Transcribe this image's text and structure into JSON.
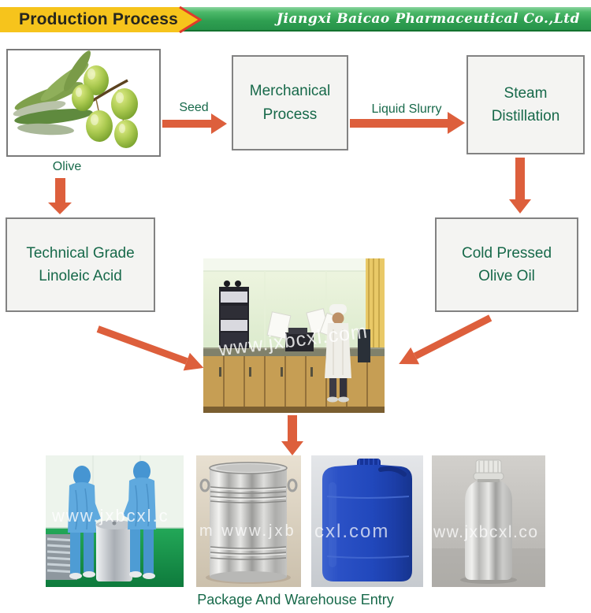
{
  "header": {
    "title": "Production Process",
    "company": "Jiangxi Baicao Pharmaceutical Co.,Ltd"
  },
  "flow": {
    "source_label": "Olive",
    "arrow_seed_label": "Seed",
    "arrow_slurry_label": "Liquid Slurry",
    "box_mechanical": {
      "line1": "Merchanical",
      "line2": "Process"
    },
    "box_steam": {
      "line1": "Steam",
      "line2": "Distillation"
    },
    "box_technical": {
      "line1": "Technical Grade",
      "line2": "Linoleic Acid"
    },
    "box_cold": {
      "line1": "Cold Pressed",
      "line2": "Olive Oil"
    }
  },
  "photos": {
    "center_watermark": "www.jxbcxl.com",
    "bottom": [
      {
        "alt": "workers-moving-steel-drum",
        "watermark": "www.jxbcxl.c"
      },
      {
        "alt": "galvanized-steel-drum",
        "watermark": "m www.jxb"
      },
      {
        "alt": "blue-plastic-jerrycan",
        "watermark": "cxl.com"
      },
      {
        "alt": "aluminum-bottle",
        "watermark": "ww.jxbcxl.co"
      }
    ]
  },
  "caption": "Package And Warehouse Entry",
  "colors": {
    "arrow": "#DD5F3C",
    "green": "#17694A",
    "box-bg": "#F4F4F2",
    "box-border": "#828282",
    "tag-yellow": "#F6C41C",
    "tag-red": "#E03A2B"
  }
}
